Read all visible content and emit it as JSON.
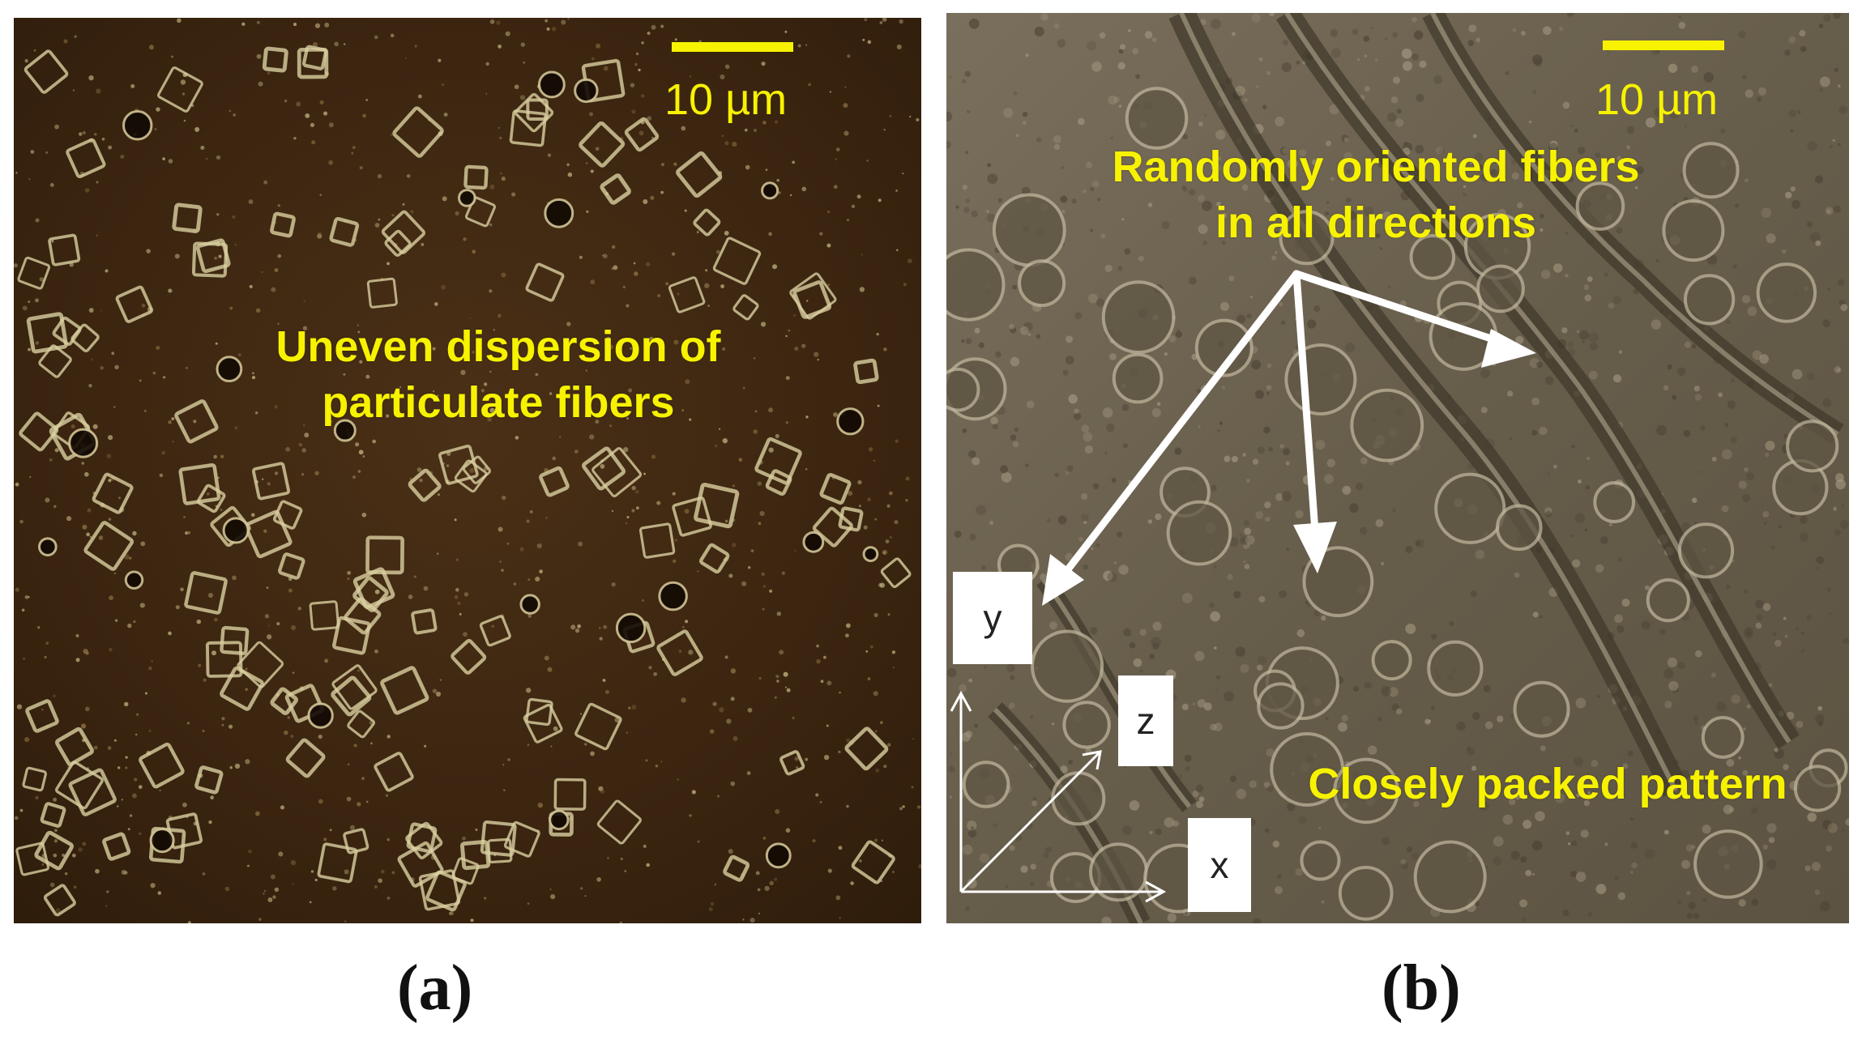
{
  "panel_a": {
    "scale_label": "10 µm",
    "annotation_line1": "Uneven dispersion of",
    "annotation_line2": "particulate fibers",
    "caption": "(a)"
  },
  "panel_b": {
    "scale_label": "10 µm",
    "annotation_top_line1": "Randomly oriented fibers",
    "annotation_top_line2": "in all directions",
    "annotation_bottom": "Closely packed pattern",
    "axis_y": "y",
    "axis_z": "z",
    "axis_x": "x",
    "caption": "(b)"
  },
  "colors": {
    "annotation_yellow": "#f7f200",
    "arrow_white": "#ffffff",
    "panel_a_base": "#3a2410",
    "panel_b_base": "#6e6452"
  }
}
